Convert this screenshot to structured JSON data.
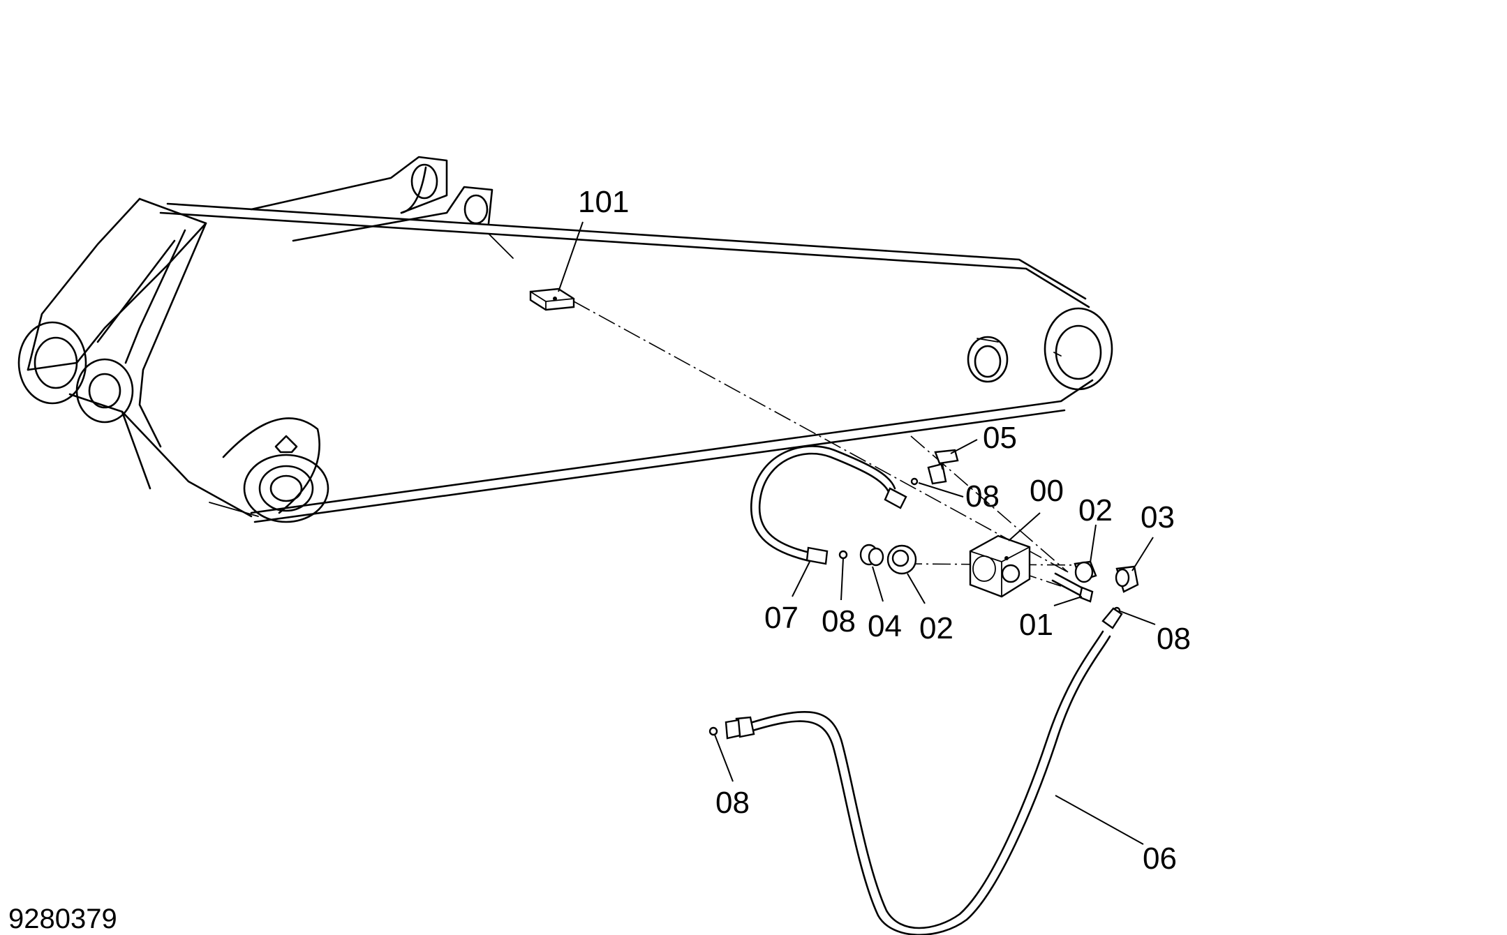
{
  "drawing_number": "9280379",
  "callouts": {
    "c101": "101",
    "c05": "05",
    "c08a": "08",
    "c00": "00",
    "c02a": "02",
    "c03": "03",
    "c07": "07",
    "c08b": "08",
    "c04": "04",
    "c02b": "02",
    "c01": "01",
    "c08c": "08",
    "c08d": "08",
    "c06": "06"
  }
}
